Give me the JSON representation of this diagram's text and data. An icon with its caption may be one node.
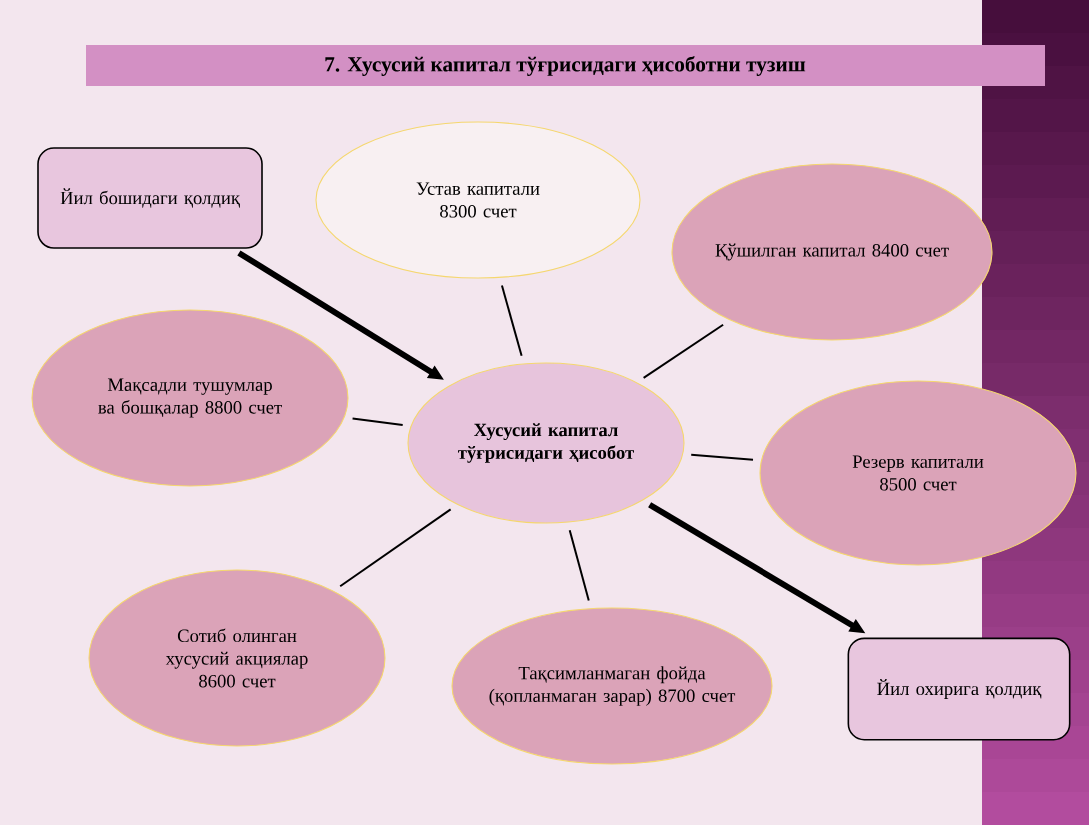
{
  "diagram": {
    "title": "7. Хусусий капитал тўғрисидаги ҳисоботни тузиш",
    "nodes": [
      {
        "text": [
          "Йил бошидаги қолдиқ"
        ]
      },
      {
        "text": [
          "Устав капитали 8300 счет"
        ]
      },
      {
        "text": [
          "Қўшилган капитал 8400 счет"
        ]
      },
      {
        "text": [
          "Мақсадли тушумлар ва бошқалар 8800 счет"
        ]
      },
      {
        "text": [
          "Хусусий капитал тўғрисидаги ҳисобот"
        ]
      },
      {
        "text": [
          "Резерв капитали 8500 счет"
        ]
      },
      {
        "text": [
          "Сотиб олинган хусусий акциялар 8600 счет"
        ]
      },
      {
        "text": [
          "Тақсимланмаган фойда (қопланмаган зарар) 8700 счет"
        ]
      },
      {
        "text": [
          "Йил охирига қолдиқ"
        ]
      }
    ],
    "edges": [
      {
        "from": 0,
        "to": 4,
        "arrow": "to",
        "style": "thick"
      },
      {
        "from": 1,
        "to": 4,
        "arrow": "none"
      },
      {
        "from": 2,
        "to": 4,
        "arrow": "none"
      },
      {
        "from": 3,
        "to": 4,
        "arrow": "none"
      },
      {
        "from": 5,
        "to": 4,
        "arrow": "none"
      },
      {
        "from": 6,
        "to": 4,
        "arrow": "none"
      },
      {
        "from": 7,
        "to": 4,
        "arrow": "none"
      },
      {
        "from": 4,
        "to": 8,
        "arrow": "to",
        "style": "thick"
      }
    ]
  }
}
